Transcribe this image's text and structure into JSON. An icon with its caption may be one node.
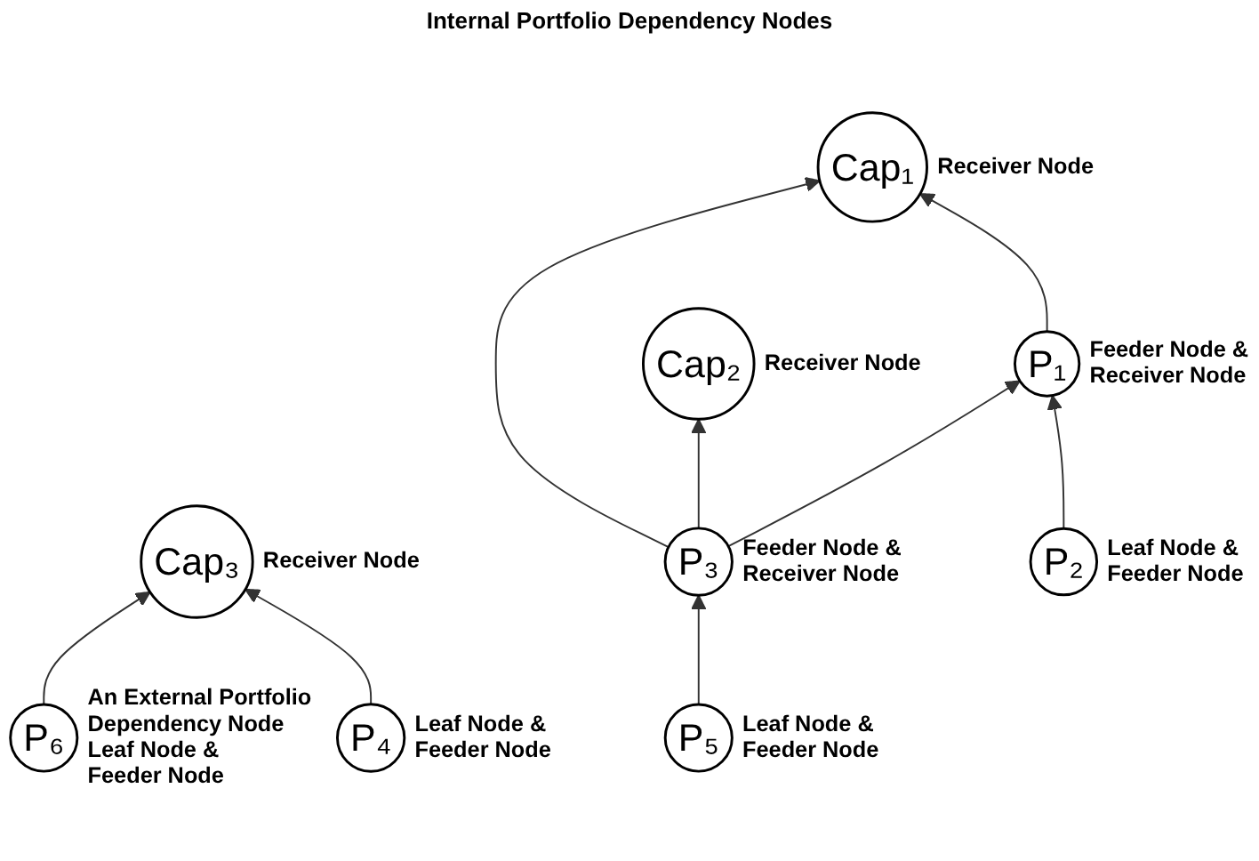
{
  "diagram": {
    "nodes": [
      {
        "text": [
          "P₆"
        ],
        "beside": [
          "An External Portfolio Dependency Node",
          "Leaf Node & Feeder Node"
        ]
      },
      {
        "text": [
          "Cap₂"
        ],
        "beside": [
          "Receiver Node"
        ]
      },
      {
        "text": [
          "Cap₁"
        ],
        "beside": [
          "Receiver Node"
        ]
      },
      {
        "text": [
          "Cap₃"
        ],
        "beside": [
          "Receiver Node"
        ]
      },
      {
        "text": [
          "P₁"
        ],
        "beside": [
          "Feeder Node & Receiver Node"
        ]
      },
      {
        "text": [
          "P₃"
        ],
        "beside": [
          "Feeder Node & Receiver Node"
        ]
      },
      {
        "text": [
          "P₄"
        ],
        "beside": [
          "Leaf Node & Feeder Node"
        ]
      },
      {
        "text": [
          "P₅"
        ],
        "beside": [
          "Leaf Node & Feeder Node"
        ]
      },
      {
        "text": [
          "P₂"
        ],
        "beside": [
          "Leaf Node & Feeder Node"
        ]
      }
    ],
    "edges": [
      {
        "from": 0,
        "to": 3,
        "arrow": "to"
      },
      {
        "from": 4,
        "to": 2,
        "arrow": "to"
      },
      {
        "from": 5,
        "to": 2,
        "arrow": "to"
      },
      {
        "from": 5,
        "to": 1,
        "arrow": "to"
      },
      {
        "from": 5,
        "to": 4,
        "arrow": "to"
      },
      {
        "from": 6,
        "to": 3,
        "arrow": "to"
      },
      {
        "from": 7,
        "to": 5,
        "arrow": "to"
      },
      {
        "from": 8,
        "to": 4,
        "arrow": "to"
      }
    ],
    "labels": [
      "Internal Portfolio Dependency Nodes"
    ]
  }
}
